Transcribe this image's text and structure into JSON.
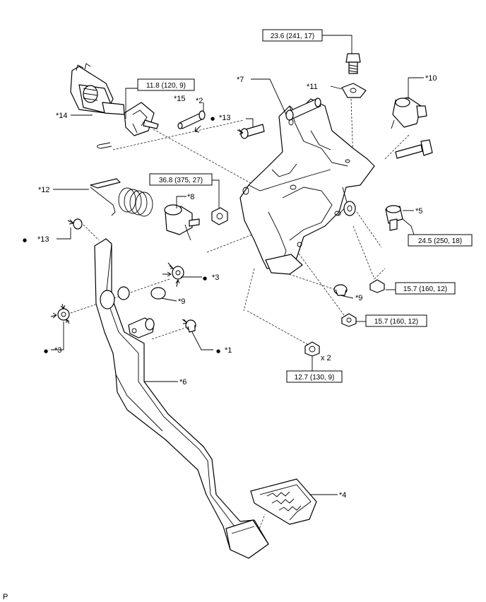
{
  "callouts": {
    "c1": "*1",
    "c2": "*2",
    "c3a": "*3",
    "c3b": "*3",
    "c4": "*4",
    "c5": "*5",
    "c6": "*6",
    "c7": "*7",
    "c8": "*8",
    "c9a": "*9",
    "c9b": "*9",
    "c10": "*10",
    "c11": "*11",
    "c12": "*12",
    "c13a": "*13",
    "c13b": "*13",
    "c14": "*14",
    "c15": "*15"
  },
  "torques": {
    "t1": "23.6 (241, 17)",
    "t2": "11.8 (120, 9)",
    "t3": "36.8 (375, 27)",
    "t4": "24.5 (250, 18)",
    "t5": "15.7 (160, 12)",
    "t6": "15.7 (160, 12)",
    "t7": "12.7 (130, 9)"
  },
  "quantity": "x 2",
  "corner_mark": "P",
  "symbols": {
    "bullet": "●",
    "arrow": "arrow-icon"
  }
}
